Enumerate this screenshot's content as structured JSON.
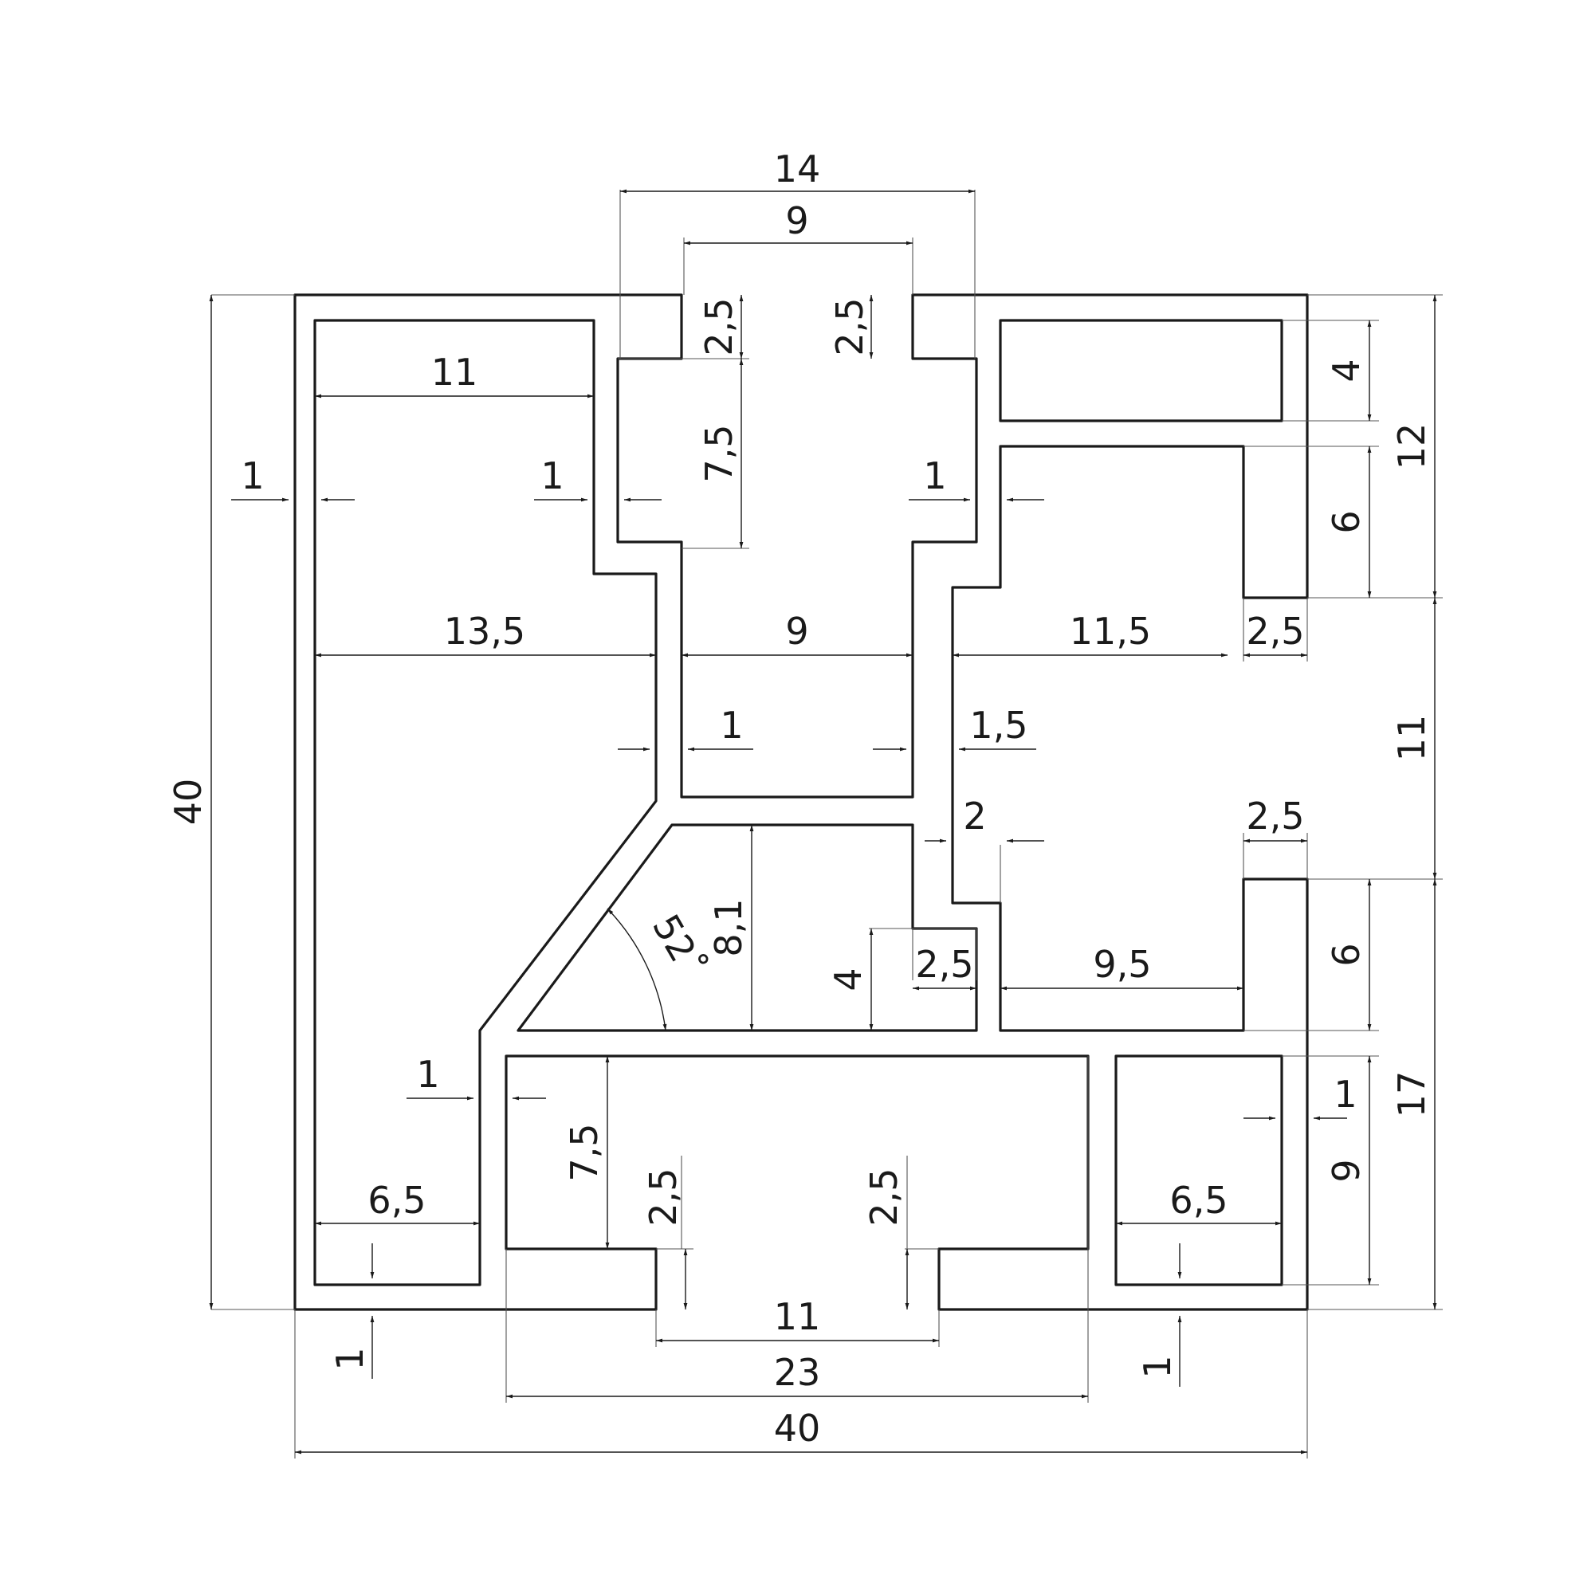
{
  "colors": {
    "line": "#1a1a1a",
    "background": "#ffffff"
  },
  "labels": {
    "overall_width": "40",
    "overall_height": "40",
    "top_opening_outer": "14",
    "top_opening_inner": "9",
    "top_slot_depth_left": "2,5",
    "top_slot_depth_right": "2,5",
    "top_chamber_height": "7,5",
    "left_chamber_width": "11",
    "outer_wall_left": "1",
    "inner_wall_left": "1",
    "inner_wall_right": "1",
    "upper_right_slot_height": "4",
    "upper_right_pocket_height": "6",
    "right_total_upper": "12",
    "left_chamber_mid_width": "13,5",
    "center_channel_width": "9",
    "right_channel_width": "11,5",
    "right_lip_upper": "2,5",
    "center_wall": "1",
    "right_wall": "1,5",
    "right_mid_height": "11",
    "step_wall": "2",
    "right_lip_lower": "2,5",
    "triangle_height": "8,1",
    "angle": "52˚",
    "small_step_height": "4",
    "small_step_width": "2,5",
    "lower_right_channel_width": "9,5",
    "lower_right_pocket_height": "6",
    "right_total_lower": "17",
    "diagonal_wall": "1",
    "right_wall_lower": "1",
    "bottom_chamber_height": "7,5",
    "bottom_slot_depth_left": "2,5",
    "bottom_slot_depth_right": "2,5",
    "bottom_left_width": "6,5",
    "bottom_right_width": "6,5",
    "lower_right_chamber_height": "9",
    "bottom_wall_left": "1",
    "bottom_wall_right": "1",
    "bottom_opening": "11",
    "bottom_chamber_width": "23",
    "overall_width_bottom": "40"
  }
}
